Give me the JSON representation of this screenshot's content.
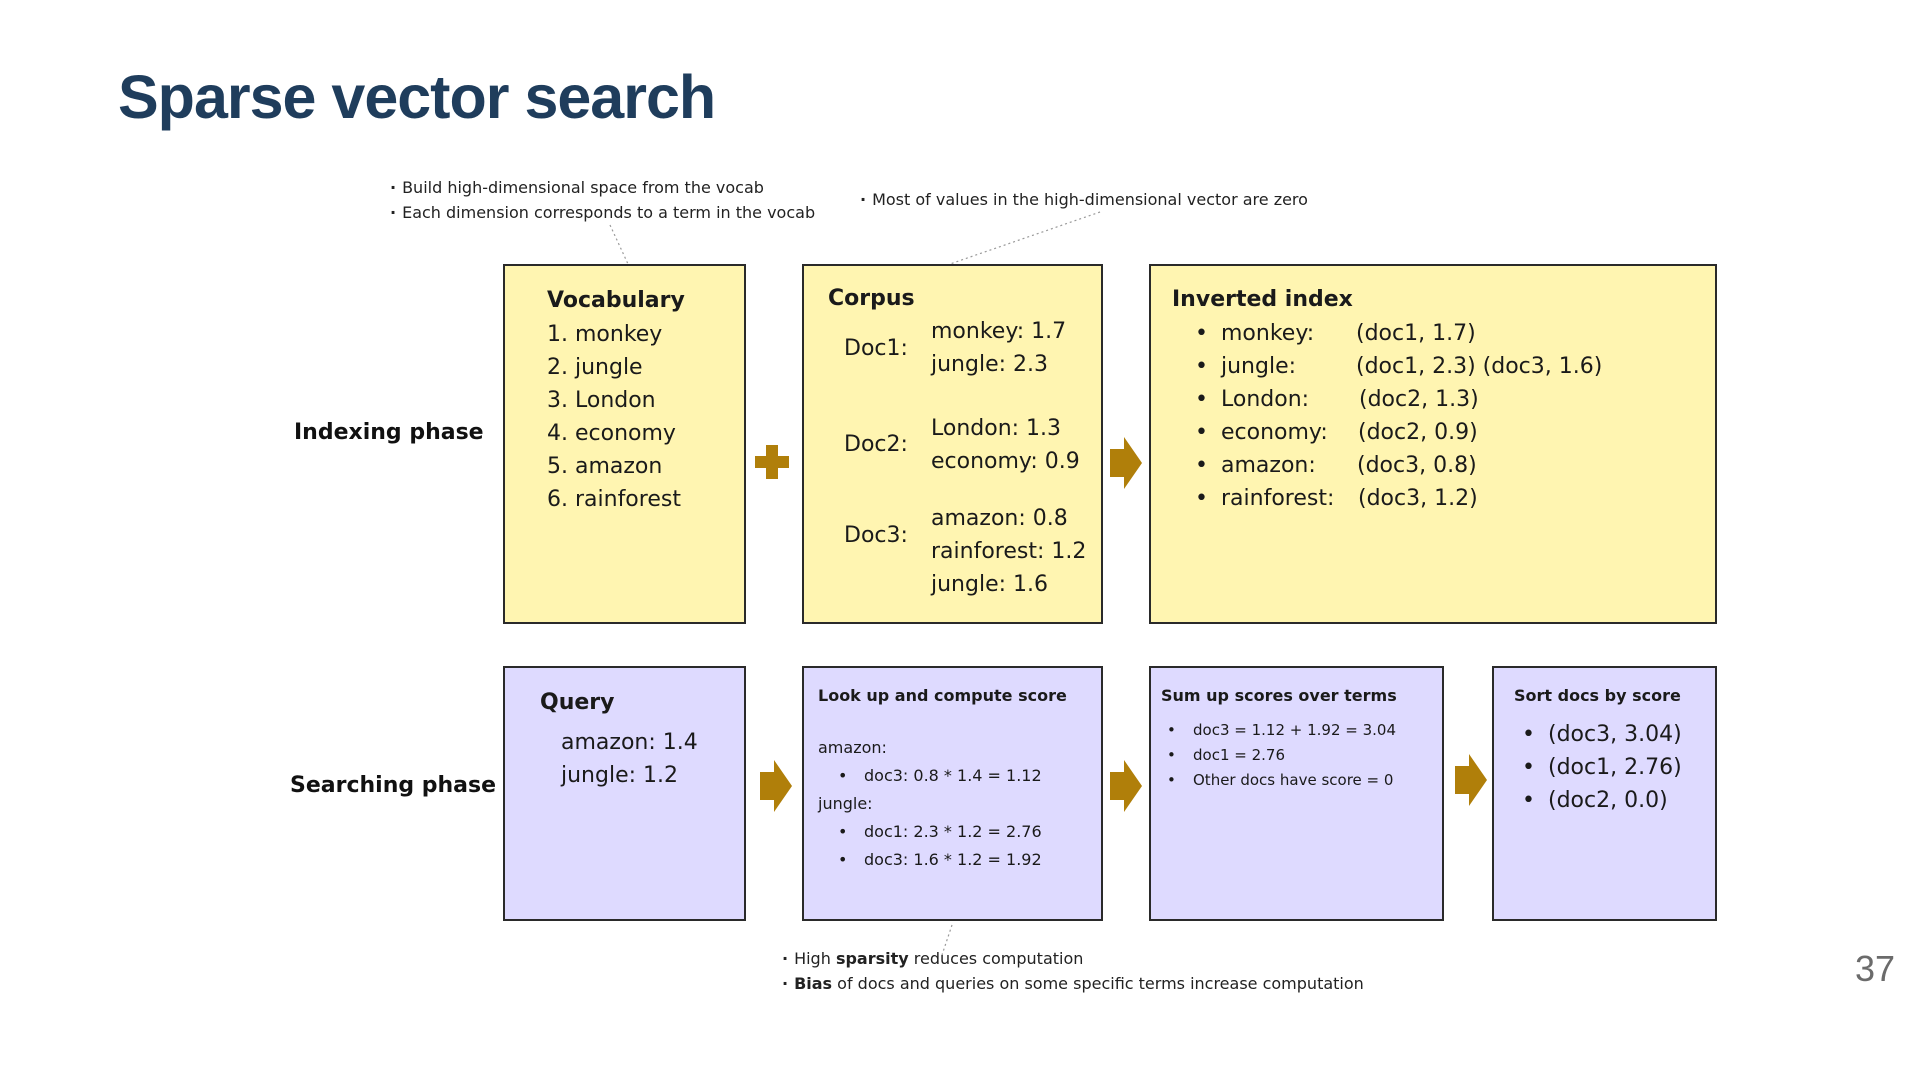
{
  "title": "Sparse vector search",
  "notes": {
    "vocab": [
      "Build high-dimensional space from the vocab",
      "Each dimension corresponds to a term in the vocab"
    ],
    "corpus": "Most of values in the high-dimensional vector are zero",
    "search": {
      "line1": {
        "pre": "High ",
        "bold": "sparsity",
        "post": " reduces computation"
      },
      "line2": {
        "pre": "",
        "bold": "Bias",
        "post": " of docs and queries on some specific terms increase computation"
      }
    }
  },
  "phases": {
    "indexing": "Indexing phase",
    "searching": "Searching phase"
  },
  "vocabulary": {
    "title": "Vocabulary",
    "items": [
      "1. monkey",
      "2. jungle",
      "3. London",
      "4. economy",
      "5. amazon",
      "6. rainforest"
    ]
  },
  "corpus": {
    "title": "Corpus",
    "docs": [
      {
        "label": "Doc1:",
        "terms": [
          "monkey: 1.7",
          "jungle: 2.3"
        ]
      },
      {
        "label": "Doc2:",
        "terms": [
          "London: 1.3",
          "economy: 0.9"
        ]
      },
      {
        "label": "Doc3:",
        "terms": [
          "amazon: 0.8",
          "rainforest: 1.2",
          "jungle: 1.6"
        ]
      }
    ]
  },
  "inverted_index": {
    "title": "Inverted index",
    "rows": [
      {
        "term": "monkey:",
        "postings": "(doc1, 1.7)"
      },
      {
        "term": "jungle:",
        "postings": "(doc1, 2.3) (doc3, 1.6)"
      },
      {
        "term": "London:",
        "postings": "(doc2, 1.3)"
      },
      {
        "term": "economy:",
        "postings": "(doc2, 0.9)"
      },
      {
        "term": "amazon:",
        "postings": "(doc3, 0.8)"
      },
      {
        "term": "rainforest:",
        "postings": "(doc3, 1.2)"
      }
    ]
  },
  "query": {
    "title": "Query",
    "terms": [
      "amazon: 1.4",
      "jungle: 1.2"
    ]
  },
  "lookup": {
    "title": "Look up and compute score",
    "amazon_label": "amazon:",
    "amazon_items": [
      "doc3: 0.8 * 1.4 = 1.12"
    ],
    "jungle_label": "jungle:",
    "jungle_items": [
      "doc1: 2.3 * 1.2 = 2.76",
      "doc3: 1.6 * 1.2 = 1.92"
    ]
  },
  "sum": {
    "title": "Sum up scores over terms",
    "items": [
      "doc3 = 1.12 + 1.92 = 3.04",
      "doc1 = 2.76",
      "Other docs have score = 0"
    ]
  },
  "sort": {
    "title": "Sort docs by score",
    "items": [
      "(doc3, 3.04)",
      "(doc1, 2.76)",
      "(doc2, 0.0)"
    ]
  },
  "page_number": "37",
  "colors": {
    "title": "#1f3d5c",
    "yellow_box": "#fff5b1",
    "purple_box": "#dedaff",
    "arrow": "#b07f0a"
  }
}
